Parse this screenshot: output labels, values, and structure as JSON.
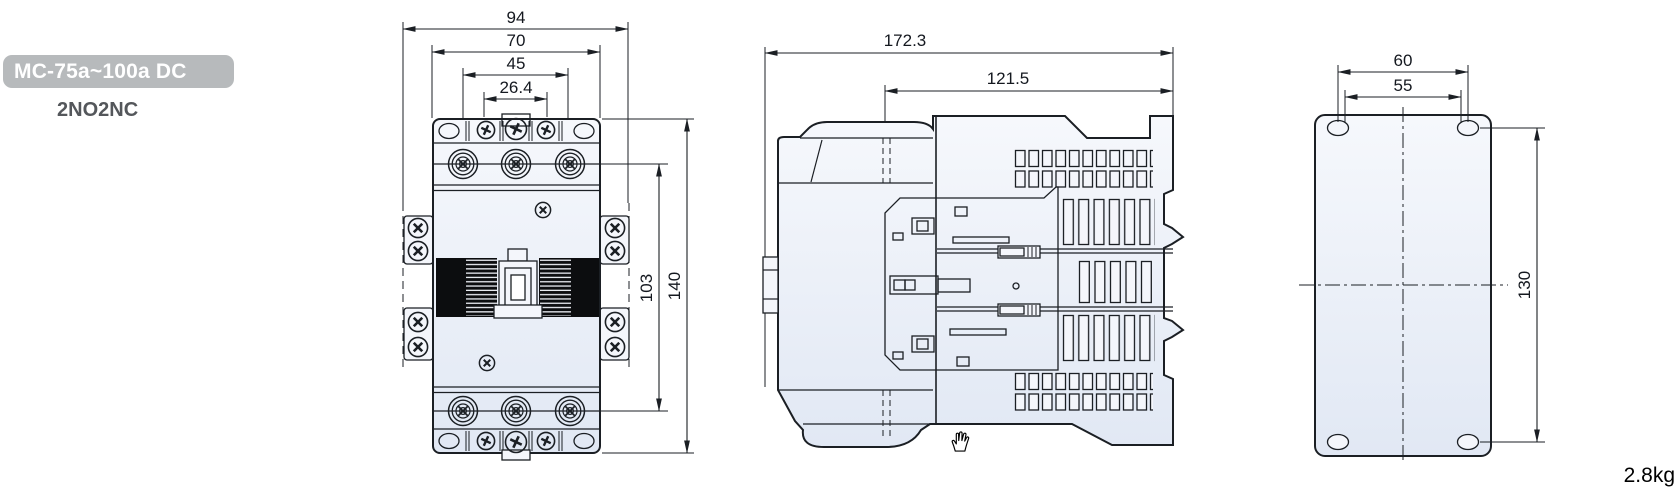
{
  "header": {
    "model_label": "MC-75a~100a DC",
    "contact_config": "2NO2NC"
  },
  "views": {
    "front": {
      "dims": {
        "overall_width": "94",
        "body_width": "70",
        "terminal_pitch_outer": "45",
        "coil_terminal_pitch": "26.4",
        "terminal_span_height": "103",
        "overall_height": "140"
      }
    },
    "side": {
      "dims": {
        "overall_depth": "172.3",
        "body_depth": "121.5"
      }
    },
    "mounting": {
      "dims": {
        "hole_pitch_outer": "60",
        "hole_pitch_inner": "55",
        "hole_pitch_vertical": "130"
      }
    }
  },
  "weight_label": "2.8kg",
  "icons": {
    "cursor": "hand-cursor-icon"
  },
  "colors": {
    "background": "#ffffff",
    "line": "#1b1f24",
    "dim_text": "#14181f",
    "fill_light": "#f4f6fb",
    "fill_mid": "#e3e9f4",
    "label_bg": "#b7babc",
    "label_text": "#ffffff",
    "subtitle_text": "#54575b",
    "black_block": "#0c0d0f"
  }
}
